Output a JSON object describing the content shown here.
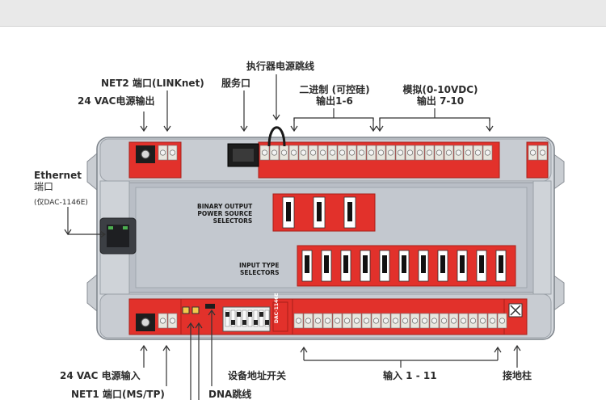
{
  "labels": {
    "actuator_power_wiring": "执行器电源跳线",
    "net2_port": "NET2 端口(LINKnet)",
    "service_port": "服务口",
    "binary_output_line1": "二进制 (可控硅)",
    "binary_output_line2": "输出1-6",
    "analog_output_line1": "模拟(0-10VDC)",
    "analog_output_line2": "输出 7-10",
    "vac_output": "24 VAC电源输出",
    "ethernet_line1": "Ethernet",
    "ethernet_line2": "端口",
    "ethernet_line3": "(仅DAC-1146E)",
    "vac_input": "24 VAC 电源输入",
    "address_switch": "设备地址开关",
    "inputs": "输入 1 - 11",
    "ground_post": "接地柱",
    "net1_port": "NET1 端口(MS/TP)",
    "dna_jumper": "DNA跳线"
  },
  "device": {
    "binary_selector_line1": "BINARY OUTPUT",
    "binary_selector_line2": "POWER SOURCE",
    "binary_selector_line3": "SELECTORS",
    "input_selector_line1": "INPUT TYPE",
    "input_selector_line2": "SELECTORS",
    "model": "DAC-1146E"
  },
  "colors": {
    "red": "#e2312b",
    "housing": "#cfd3d8",
    "panel": "#bcc1c8",
    "terminal": "#e8e6de",
    "arrow": "#333333"
  },
  "counts": {
    "top_terminals": 30,
    "bottom_terminals": 22,
    "input_switches": 11,
    "binary_switches": 3
  }
}
